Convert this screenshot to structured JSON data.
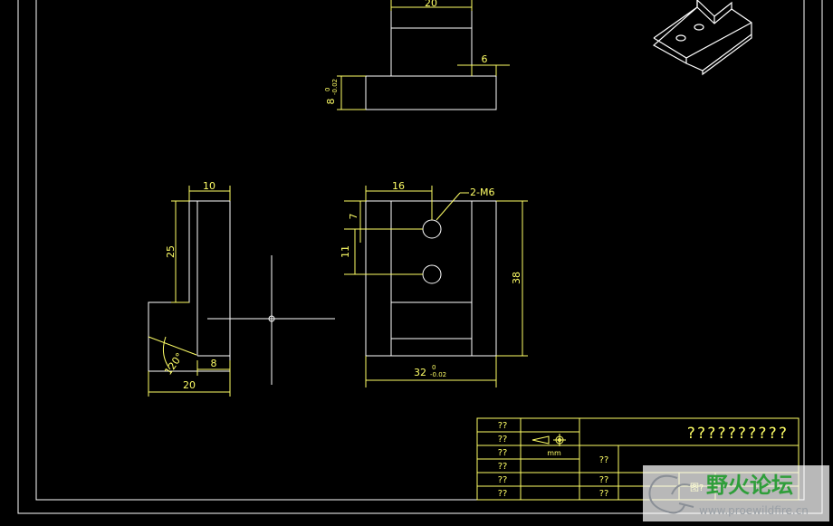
{
  "colors": {
    "background": "#000000",
    "border": "#ffffff",
    "lines": "#ffffff",
    "dims": "#ffff66",
    "watermark_green": "#2f9e3a",
    "watermark_grey": "#9aa0a6"
  },
  "top_view": {
    "dim_width": "20",
    "dim_step": "6",
    "dim_thickness": "8",
    "tol_upper": "0",
    "tol_lower": "-0.02"
  },
  "left_view": {
    "dim_top": "10",
    "dim_height": "25",
    "dim_foot": "8",
    "dim_base": "20",
    "angle": "120°"
  },
  "front_view": {
    "dim_hole_x": "16",
    "thread_label": "2-M6",
    "dim_7": "7",
    "dim_11": "11",
    "dim_height": "38",
    "dim_width": "32",
    "tol_upper": "0",
    "tol_lower": "-0.02"
  },
  "title_block": {
    "left_col": [
      "??",
      "??",
      "??",
      "??",
      "??",
      "??"
    ],
    "unit": "mm",
    "mid_a": "??",
    "mid_b": "??",
    "mid_c": "??",
    "title": "??????????",
    "sheet": "图?"
  },
  "watermark": {
    "cn": "野火论坛",
    "url": "www.proewildfire.cn"
  }
}
